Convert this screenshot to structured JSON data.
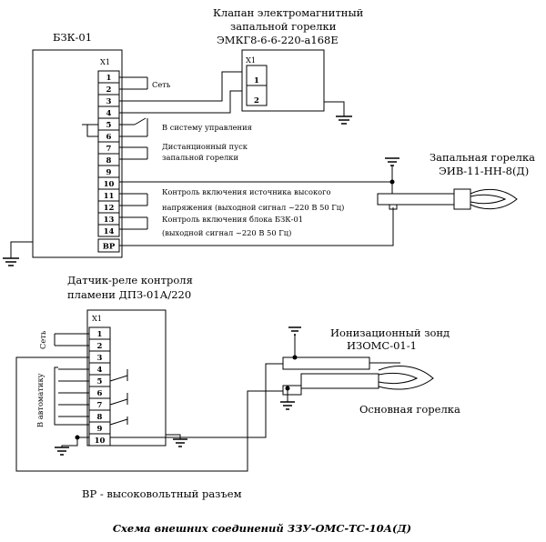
{
  "bzk": {
    "title": "БЗК-01",
    "connector": "X1",
    "pins": [
      "1",
      "2",
      "3",
      "4",
      "5",
      "6",
      "7",
      "8",
      "9",
      "10",
      "11",
      "12",
      "13",
      "14"
    ],
    "bp": "ВР"
  },
  "valve": {
    "title_line1": "Клапан электромагнитный",
    "title_line2": "запальной горелки",
    "title_line3": "ЭМКГ8-6-6-220-а168Е",
    "connector": "X1",
    "pins": [
      "1",
      "2"
    ]
  },
  "labels": {
    "net": "Сеть",
    "control": "В систему управления",
    "remote_line1": "Дистанционный пуск",
    "remote_line2": "запальной горелки",
    "hv_line1": "Контроль включения источника высокого",
    "hv_line2": "напряжения (выходной сигнал ~220 В 50 Гц)",
    "blk_line1": "Контроль включения блока БЗК-01",
    "blk_line2": "(выходной сигнал ~220 В 50 Гц)"
  },
  "igniter": {
    "title_line1": "Запальная горелка",
    "title_line2": "ЭИВ-11-НН-8(Д)"
  },
  "sensor": {
    "title_line1": "Датчик-реле контроля",
    "title_line2": "пламени ДПЗ-01А/220",
    "connector": "X1",
    "pins": [
      "1",
      "2",
      "3",
      "4",
      "5",
      "6",
      "7",
      "8",
      "9",
      "10"
    ],
    "net": "Сеть",
    "auto": "В автоматику"
  },
  "probe": {
    "title_line1": "Ионизационный зонд",
    "title_line2": "ИЗОМС-01-1"
  },
  "main_burner": "Основная горелка",
  "legend": "ВР - высоковольтный разъем",
  "caption": "Схема внешних соединений ЗЗУ-ОМС-ТС-10А(Д)"
}
